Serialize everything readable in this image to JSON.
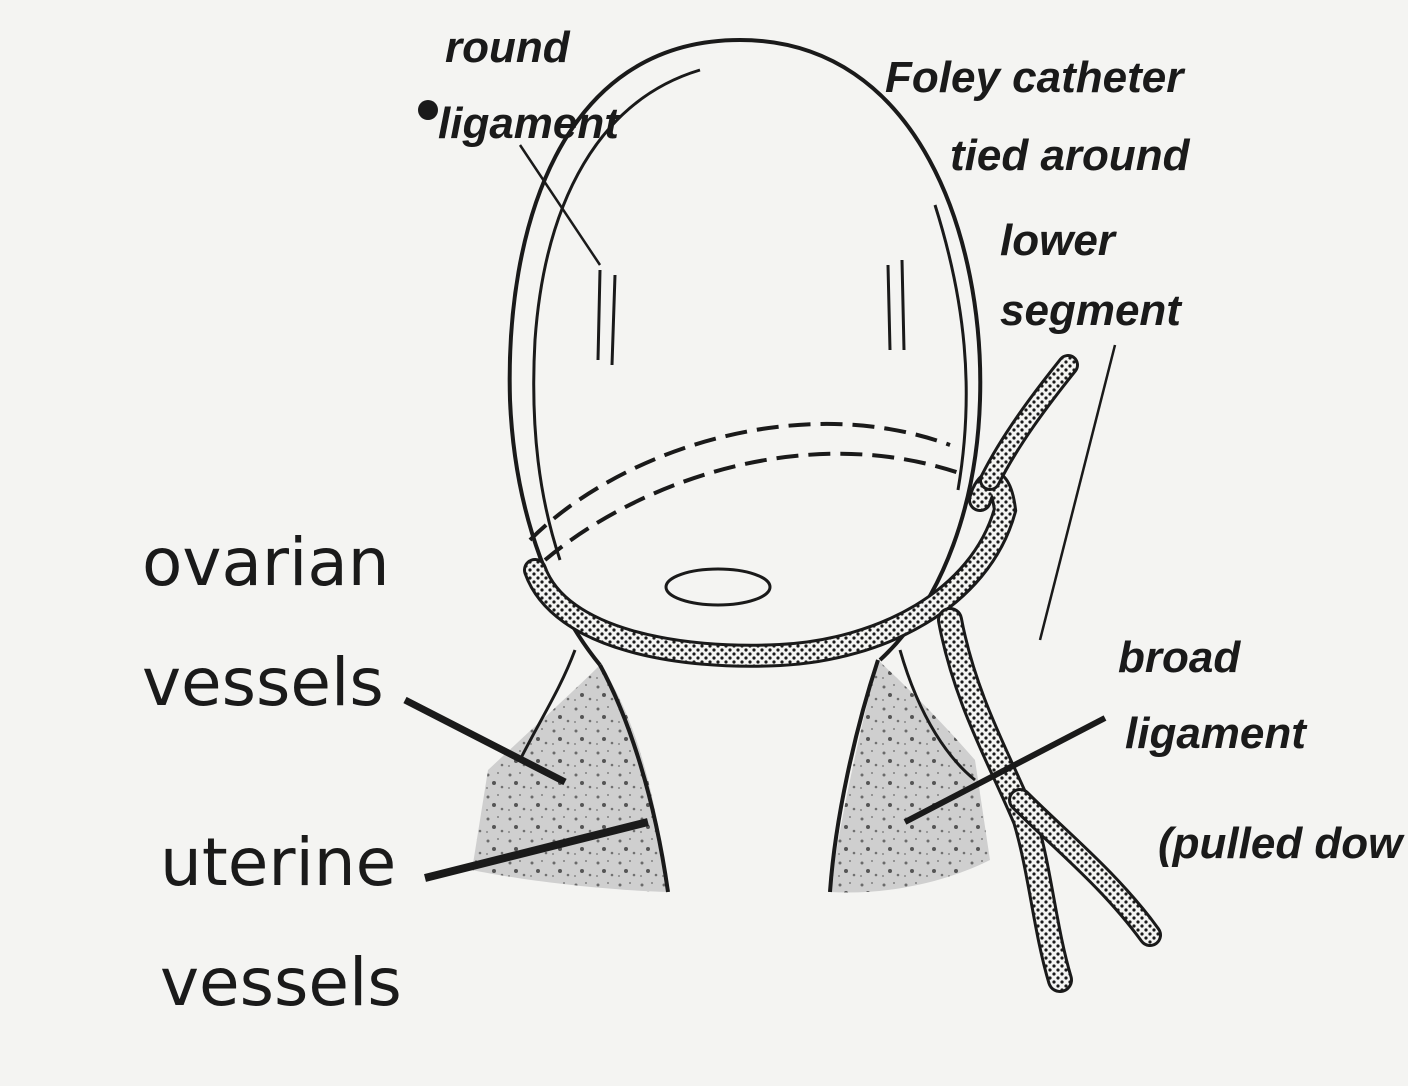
{
  "labels": {
    "round_ligament": [
      "round",
      "ligament"
    ],
    "foley_catheter": [
      "Foley catheter",
      "tied around"
    ],
    "lower_segment": [
      "lower",
      "segment"
    ],
    "broad_ligament": [
      "broad",
      "ligament"
    ],
    "pulled_down": "(pulled dow",
    "ovarian_vessels": [
      "ovarian",
      "vessels"
    ],
    "uterine_vessels": [
      "uterine",
      "vessels"
    ]
  },
  "colors": {
    "ink": "#1a1a1a",
    "paper": "#f4f4f2",
    "shade": "#9a9a9a"
  }
}
